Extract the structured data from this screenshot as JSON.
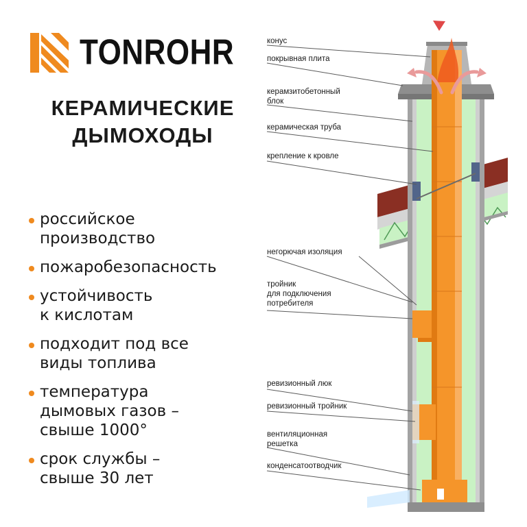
{
  "brand": {
    "name": "TONROHR",
    "colors": {
      "accent": "#ef8a1f",
      "pipe": "#f5952a",
      "insulation": "#c9f2c4",
      "block": "#a3a3a3",
      "roof": "#8a2f23"
    }
  },
  "headline": {
    "line1": "КЕРАМИЧЕСКИЕ",
    "line2": "ДЫМОХОДЫ"
  },
  "features": [
    {
      "lines": [
        "российское",
        "производство"
      ]
    },
    {
      "lines": [
        "пожаробезопасность"
      ]
    },
    {
      "lines": [
        "устойчивость",
        "к кислотам"
      ]
    },
    {
      "lines": [
        "подходит под все",
        "виды топлива"
      ]
    },
    {
      "lines": [
        "температура",
        "дымовых газов –",
        "свыше 1000°"
      ]
    },
    {
      "lines": [
        "срок службы –",
        "свыше 30 лет"
      ]
    }
  ],
  "callouts": {
    "cone": "конус",
    "cover_plate": "покрывная плита",
    "block_line1": "керамзитобетонный",
    "block_line2": "блок",
    "ceramic_pipe": "керамическая труба",
    "roof_mount": "крепление к кровле",
    "insulation": "негорючая изоляция",
    "tee_line1": "тройник",
    "tee_line2": "для подключения",
    "tee_line3": "потребителя",
    "inspection_hatch": "ревизионный люк",
    "inspection_tee": "ревизионный тройник",
    "vent_line1": "вентиляционная",
    "vent_line2": "решетка",
    "condensate": "конденсатоотводчик"
  }
}
